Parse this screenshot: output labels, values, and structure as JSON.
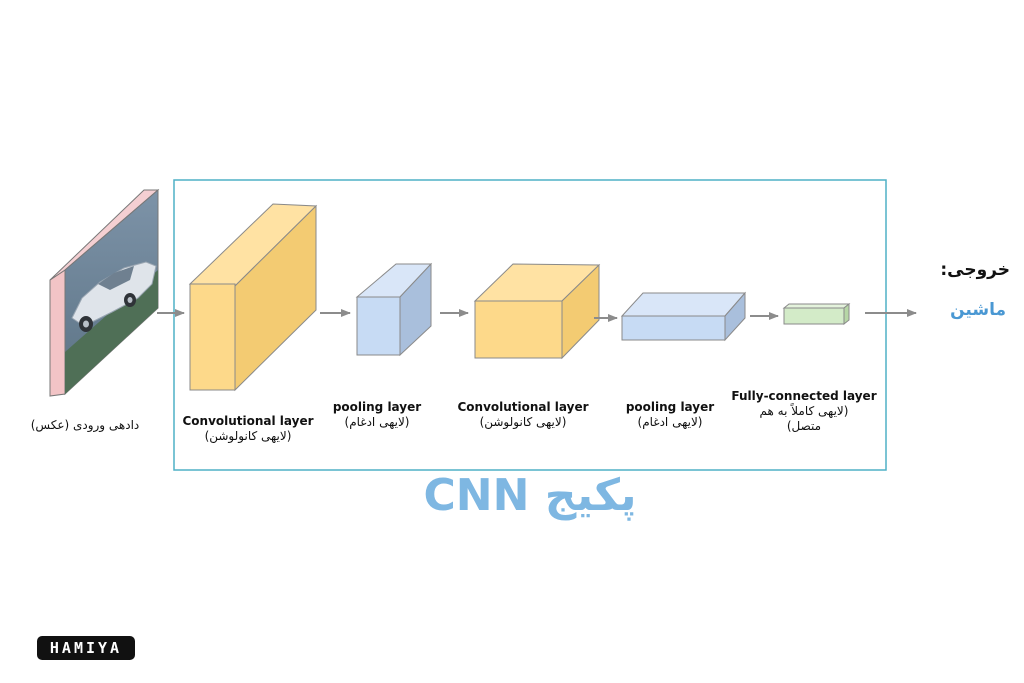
{
  "diagram": {
    "input": {
      "label": "دادهی ورودی (عکس)"
    },
    "layers": [
      {
        "id": "conv1",
        "name": "Convolutional layer",
        "name_fa": "(لایهی کانولوشن)",
        "color": "#fdd98a"
      },
      {
        "id": "pool1",
        "name": "pooling layer",
        "name_fa": "(لایهی ادغام)",
        "color": "#c7dbf4"
      },
      {
        "id": "conv2",
        "name": "Convolutional layer",
        "name_fa": "(لایهی کانولوشن)",
        "color": "#fdd98a"
      },
      {
        "id": "pool2",
        "name": "pooling layer",
        "name_fa": "(لایهی ادغام)",
        "color": "#c7dbf4"
      },
      {
        "id": "fc",
        "name": "Fully-connected layer",
        "name_fa": "(لایهی کاملاً به هم متصل)",
        "color": "#d3ebc8"
      }
    ],
    "output": {
      "title": "خروجی:",
      "value": "ماشین"
    },
    "package_title": "پکیج CNN",
    "colors": {
      "frame": "#4fb0c6",
      "arrow": "#8c8c8c",
      "title": "#7eb7e2",
      "output": "#4a98d3"
    }
  },
  "brand": {
    "logo_text": "HAMIYA"
  }
}
